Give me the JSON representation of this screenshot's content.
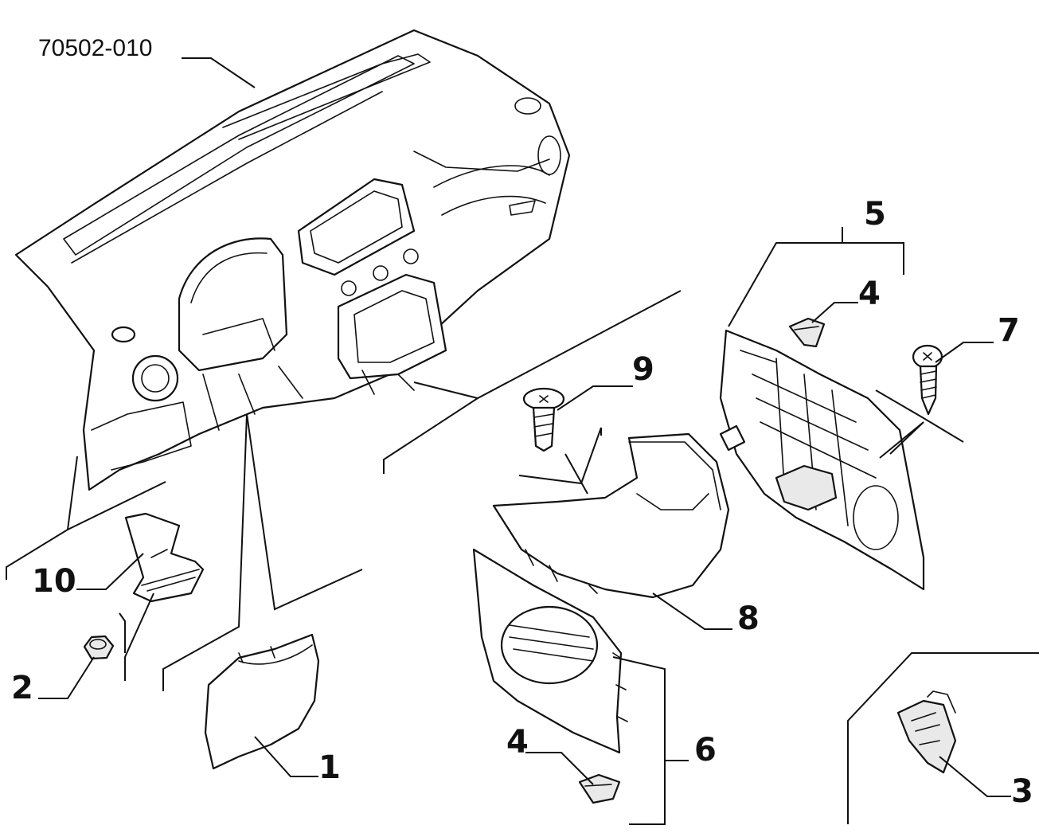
{
  "diagram": {
    "reference_code": "70502-010",
    "callouts": {
      "p1": "1",
      "p2": "2",
      "p3": "3",
      "p4a": "4",
      "p4b": "4",
      "p5": "5",
      "p6": "6",
      "p7": "7",
      "p8": "8",
      "p9": "9",
      "p10": "10"
    },
    "colors": {
      "line": "#111111",
      "fill": "#ffffff",
      "shade": "#e9e9e9"
    }
  }
}
